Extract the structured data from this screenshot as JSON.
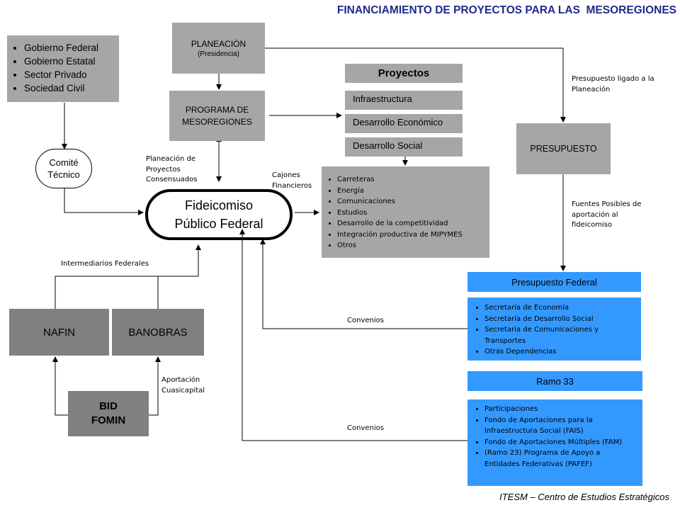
{
  "title": "FINANCIAMIENTO DE PROYECTOS PARA LAS  MESOREGIONES",
  "footer": "ITESM – Centro de Estudios Estratégicos",
  "actors": [
    "Gobierno Federal",
    "Gobierno Estatal",
    "Sector Privado",
    "Sociedad Civil"
  ],
  "comite": "Comité Técnico",
  "planeacion": {
    "title": "PLANEACIÓN",
    "sub": "(Presidencia)"
  },
  "programa": "PROGRAMA DE MESOREGIONES",
  "proyectos": {
    "title": "Proyectos",
    "items": [
      "Infraestructura",
      "Desarrollo Económico",
      "Desarrollo Social"
    ]
  },
  "cajones": [
    "Carreteras",
    "Energía",
    "Comunicaciones",
    "Estudios",
    "Desarrollo de la competitividad",
    "Integración productiva de MIPYMES",
    "Otros"
  ],
  "fideicomiso": "Fideicomiso Público Federal",
  "presupuesto": "PRESUPUESTO",
  "presupuesto_federal": {
    "title": "Presupuesto Federal",
    "items": [
      "Secretaría de Economía",
      "Secretaría de Desarrollo Social",
      "Secretaria de Comunicaciones y Transportes",
      "Otras Dependencias"
    ]
  },
  "ramo33": {
    "title": "Ramo 33",
    "items": [
      "Participaciones",
      "Fondo de Aportaciones para la Infraestructura Social (FAIS)",
      "Fondo de Aportaciones Múltiples (FAM)",
      " (Ramo 23) Programa de Apoyo a Entidades Federativas (PAFEF)"
    ]
  },
  "nafin": "NAFIN",
  "banobras": "BANOBRAS",
  "bid": "BID FOMIN",
  "labels": {
    "planeacion_proyectos": "Planeación de Proyectos Consensuados",
    "cajones": "Cajones Financieros",
    "presupuesto_ligado": "Presupuesto ligado a la Planeación",
    "fuentes": "Fuentes Posibles de aportación al fideicomiso",
    "intermediarios": "Intermediarios Federales",
    "aportacion": "Aportación Cuasicapital",
    "convenios1": "Convenios",
    "convenios2": "Convenios"
  }
}
